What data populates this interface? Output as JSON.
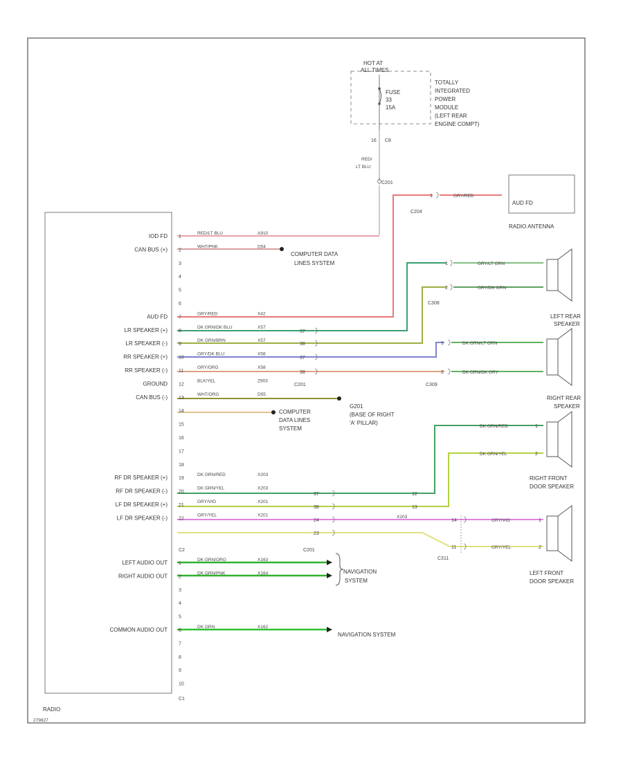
{
  "diagram": {
    "corner_code": "279827",
    "fuse_box": {
      "hot_at": [
        "HOT AT",
        "ALL TIMES"
      ],
      "fuse": [
        "FUSE",
        "33",
        "15A"
      ],
      "module": [
        "TOTALLY",
        "INTEGRATED",
        "POWER",
        "MODULE",
        "(LEFT REAR",
        "ENGINE COMPT)"
      ],
      "pin": "16",
      "connector": "C8",
      "wire": [
        "RED/",
        "LT BLU"
      ]
    },
    "splice_c201_top": "C201",
    "radio": {
      "name": "RADIO",
      "connector_c2_label": "C2",
      "connector_c1_label": "C1",
      "c2_pins": [
        {
          "pin": "1",
          "label": "IOD FD",
          "wire": "RED/LT BLU",
          "circuit": "A910"
        },
        {
          "pin": "2",
          "label": "CAN BUS (+)",
          "wire": "WHT/PNK",
          "circuit": "D54"
        },
        {
          "pin": "3",
          "label": "",
          "wire": "",
          "circuit": ""
        },
        {
          "pin": "4",
          "label": "",
          "wire": "",
          "circuit": ""
        },
        {
          "pin": "5",
          "label": "",
          "wire": "",
          "circuit": ""
        },
        {
          "pin": "6",
          "label": "",
          "wire": "",
          "circuit": ""
        },
        {
          "pin": "7",
          "label": "AUD FD",
          "wire": "GRY/RED",
          "circuit": "X42"
        },
        {
          "pin": "8",
          "label": "LR SPEAKER (+)",
          "wire": "DK GRN/DK BLU",
          "circuit": "X57"
        },
        {
          "pin": "9",
          "label": "LR SPEAKER (-)",
          "wire": "DK GRN/BRN",
          "circuit": "X57"
        },
        {
          "pin": "10",
          "label": "RR SPEAKER (+)",
          "wire": "GRY/DK BLU",
          "circuit": "X58"
        },
        {
          "pin": "11",
          "label": "RR SPEAKER (-)",
          "wire": "GRY/ORG",
          "circuit": "X58"
        },
        {
          "pin": "12",
          "label": "GROUND",
          "wire": "BLK/YEL",
          "circuit": "Z903"
        },
        {
          "pin": "13",
          "label": "CAN BUS (-)",
          "wire": "WHT/ORG",
          "circuit": "D55"
        },
        {
          "pin": "14",
          "label": "",
          "wire": "",
          "circuit": ""
        },
        {
          "pin": "15",
          "label": "",
          "wire": "",
          "circuit": ""
        },
        {
          "pin": "16",
          "label": "",
          "wire": "",
          "circuit": ""
        },
        {
          "pin": "17",
          "label": "",
          "wire": "",
          "circuit": ""
        },
        {
          "pin": "18",
          "label": "",
          "wire": "",
          "circuit": ""
        },
        {
          "pin": "19",
          "label": "RF DR SPEAKER (+)",
          "wire": "DK GRN/RED",
          "circuit": "X203"
        },
        {
          "pin": "20",
          "label": "RF DR SPEAKER (-)",
          "wire": "DK GRN/YEL",
          "circuit": "X203"
        },
        {
          "pin": "21",
          "label": "LF DR SPEAKER (+)",
          "wire": "GRY/VIO",
          "circuit": "X201"
        },
        {
          "pin": "22",
          "label": "LF DR SPEAKER (-)",
          "wire": "GRY/YEL",
          "circuit": "X201"
        }
      ],
      "c1_pins": [
        {
          "pin": "1",
          "label": "LEFT AUDIO OUT",
          "wire": "DK GRN/ORG",
          "circuit": "X163"
        },
        {
          "pin": "2",
          "label": "RIGHT AUDIO OUT",
          "wire": "DK GRN/PNK",
          "circuit": "X164"
        },
        {
          "pin": "3",
          "label": "",
          "wire": "",
          "circuit": ""
        },
        {
          "pin": "4",
          "label": "",
          "wire": "",
          "circuit": ""
        },
        {
          "pin": "5",
          "label": "",
          "wire": "",
          "circuit": ""
        },
        {
          "pin": "6",
          "label": "COMMON AUDIO OUT",
          "wire": "DK GRN",
          "circuit": "X162"
        },
        {
          "pin": "7",
          "label": "",
          "wire": "",
          "circuit": ""
        },
        {
          "pin": "8",
          "label": "",
          "wire": "",
          "circuit": ""
        },
        {
          "pin": "9",
          "label": "",
          "wire": "",
          "circuit": ""
        },
        {
          "pin": "10",
          "label": "",
          "wire": "",
          "circuit": ""
        }
      ]
    },
    "computer_data_lines_top": [
      "COMPUTER DATA",
      "LINES SYSTEM"
    ],
    "computer_data_lines_mid": [
      "COMPUTER",
      "DATA LINES",
      "SYSTEM"
    ],
    "ground": [
      "G201",
      "(BASE OF RIGHT",
      "'A' PILLAR)"
    ],
    "navigation_system_a": [
      "NAVIGATION",
      "SYSTEM"
    ],
    "navigation_system_b": "NAVIGATION SYSTEM",
    "radio_antenna": {
      "name": "RADIO ANTENNA",
      "inner_label": "AUD FD",
      "connector": "C204",
      "pin": "1",
      "wire": "GRY/RED"
    },
    "left_rear_speaker": {
      "name": [
        "LEFT REAR",
        "SPEAKER"
      ],
      "connector": "C308",
      "pins": [
        {
          "pin": "1",
          "wire": "GRY/LT GRN",
          "circuit": "1"
        },
        {
          "pin": "2",
          "wire": "GRY/DK GRN",
          "circuit": "2"
        }
      ]
    },
    "right_rear_speaker": {
      "name": [
        "RIGHT REAR",
        "SPEAKER"
      ],
      "connector": "C309",
      "pins": [
        {
          "pin": "1",
          "wire": "DK GRN/LT GRN",
          "circuit": "1"
        },
        {
          "pin": "2",
          "wire": "DK GRN/DK GRY",
          "circuit": "2"
        }
      ]
    },
    "right_front_speaker": {
      "name": [
        "RIGHT FRONT",
        "DOOR SPEAKER"
      ],
      "pins": [
        {
          "pin": "1",
          "wire": "DK GRN/RED"
        },
        {
          "pin": "2",
          "wire": "DK GRN/YEL"
        }
      ]
    },
    "left_front_speaker": {
      "name": [
        "LEFT FRONT",
        "DOOR SPEAKER"
      ],
      "connector": "C311",
      "pins": [
        {
          "pin": "1",
          "wire": "GRY/VIO"
        },
        {
          "pin": "2",
          "wire": "GRY/YEL"
        }
      ]
    },
    "connector_c201_mid": "C201",
    "connector_c201_low": "C201",
    "c201_pins_mid": [
      "37",
      "38",
      "37",
      "38"
    ],
    "c201_pins_low": [
      "37",
      "38",
      "24",
      "23"
    ],
    "rf_c311_pins": [
      "12",
      "13"
    ],
    "lf_c311_pins": [
      "14",
      "11"
    ],
    "x203_label": "X203",
    "colors": {
      "red_ltblu": "#e8a0b0",
      "wht_pnk": "#d8a0a0",
      "gry_red": "#e87878",
      "dkgrn_dkblu": "#3aa070",
      "dkgrn_brn": "#9ab040",
      "gry_dkblu": "#8080d0",
      "gry_org": "#e0a080",
      "blk_yel": "#909030",
      "wht_org": "#e0c090",
      "dkgrn_red": "#40a060",
      "dkgrn_yel": "#b0d040",
      "gry_vio": "#e080e0",
      "gry_yel": "#e0e080",
      "dkgrn": "#30c030",
      "ltgrn": "#80e080",
      "frame": "#555555"
    }
  }
}
